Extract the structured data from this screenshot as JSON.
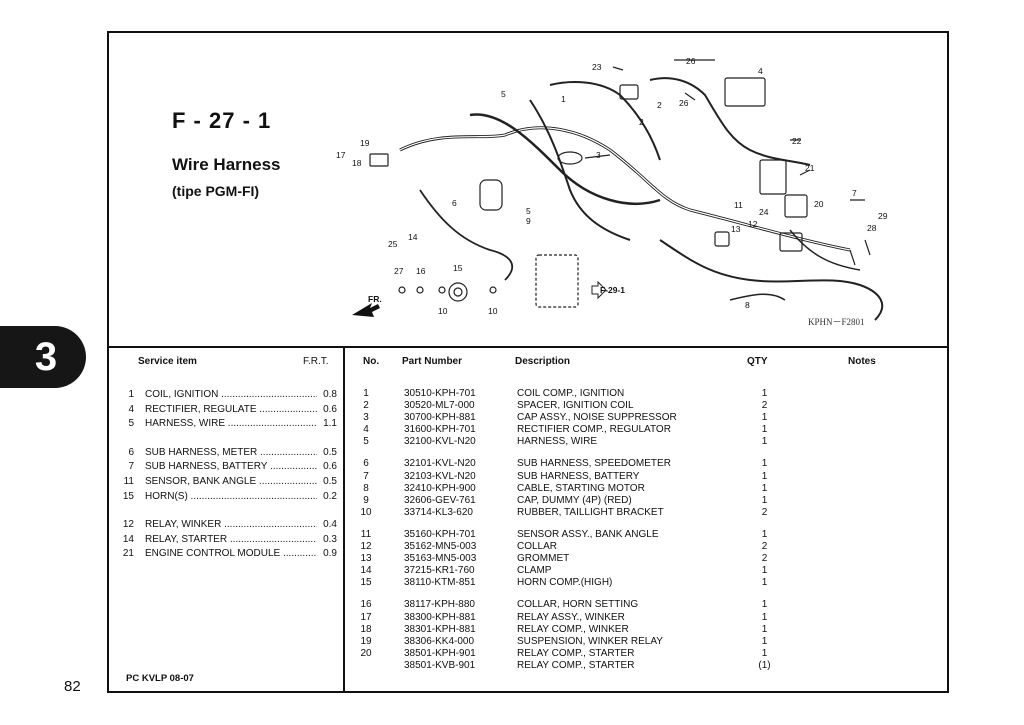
{
  "chapter_tab": "3",
  "page_number": "82",
  "figure": {
    "code": "F - 27 - 1",
    "title": "Wire Harness",
    "subtitle": "(tipe PGM-FI)",
    "drawing_code": "KPHN－F2801",
    "callouts": [
      "23",
      "26",
      "4",
      "5",
      "1",
      "2",
      "26",
      "2",
      "22",
      "17",
      "19",
      "18",
      "3",
      "21",
      "5",
      "9",
      "6",
      "14",
      "25",
      "7",
      "29",
      "11",
      "24",
      "20",
      "28",
      "13",
      "12",
      "27",
      "16",
      "15",
      "F-29-1",
      "10",
      "10",
      "8"
    ],
    "direction_label": "FR."
  },
  "service_table": {
    "header_item": "Service item",
    "header_frt": "F.R.T.",
    "rows": [
      {
        "no": "1",
        "name": "COIL, IGNITION",
        "frt": "0.8"
      },
      {
        "no": "4",
        "name": "RECTIFIER, REGULATE",
        "frt": "0.6"
      },
      {
        "no": "5",
        "name": "HARNESS, WIRE",
        "frt": "1.1"
      },
      {
        "no": "6",
        "name": "SUB HARNESS, METER",
        "frt": "0.5"
      },
      {
        "no": "7",
        "name": "SUB HARNESS, BATTERY",
        "frt": "0.6"
      },
      {
        "no": "11",
        "name": "SENSOR, BANK ANGLE",
        "frt": "0.5"
      },
      {
        "no": "15",
        "name": "HORN(S)",
        "frt": "0.2"
      },
      {
        "no": "12",
        "name": "RELAY, WINKER",
        "frt": "0.4"
      },
      {
        "no": "14",
        "name": "RELAY, STARTER",
        "frt": "0.3"
      },
      {
        "no": "21",
        "name": "ENGINE CONTROL MODULE",
        "frt": "0.9"
      }
    ]
  },
  "parts_table": {
    "header_no": "No.",
    "header_part_number": "Part Number",
    "header_description": "Description",
    "header_qty": "QTY",
    "header_notes": "Notes",
    "rows": [
      {
        "no": "1",
        "part": "30510-KPH-701",
        "desc": "COIL COMP., IGNITION",
        "qty": "1"
      },
      {
        "no": "2",
        "part": "30520-ML7-000",
        "desc": "SPACER, IGNITION COIL",
        "qty": "2"
      },
      {
        "no": "3",
        "part": "30700-KPH-881",
        "desc": "CAP ASSY., NOISE SUPPRESSOR",
        "qty": "1"
      },
      {
        "no": "4",
        "part": "31600-KPH-701",
        "desc": "RECTIFIER COMP., REGULATOR",
        "qty": "1"
      },
      {
        "no": "5",
        "part": "32100-KVL-N20",
        "desc": "HARNESS, WIRE",
        "qty": "1"
      },
      {
        "no": "6",
        "part": "32101-KVL-N20",
        "desc": "SUB HARNESS, SPEEDOMETER",
        "qty": "1"
      },
      {
        "no": "7",
        "part": "32103-KVL-N20",
        "desc": "SUB HARNESS, BATTERY",
        "qty": "1"
      },
      {
        "no": "8",
        "part": "32410-KPH-900",
        "desc": "CABLE, STARTING MOTOR",
        "qty": "1"
      },
      {
        "no": "9",
        "part": "32606-GEV-761",
        "desc": "CAP, DUMMY (4P) (RED)",
        "qty": "1"
      },
      {
        "no": "10",
        "part": "33714-KL3-620",
        "desc": "RUBBER, TAILLIGHT BRACKET",
        "qty": "2"
      },
      {
        "no": "11",
        "part": "35160-KPH-701",
        "desc": "SENSOR ASSY., BANK ANGLE",
        "qty": "1"
      },
      {
        "no": "12",
        "part": "35162-MN5-003",
        "desc": "COLLAR",
        "qty": "2"
      },
      {
        "no": "13",
        "part": "35163-MN5-003",
        "desc": "GROMMET",
        "qty": "2"
      },
      {
        "no": "14",
        "part": "37215-KR1-760",
        "desc": "CLAMP",
        "qty": "1"
      },
      {
        "no": "15",
        "part": "38110-KTM-851",
        "desc": "HORN COMP.(HIGH)",
        "qty": "1"
      },
      {
        "no": "16",
        "part": "38117-KPH-880",
        "desc": "COLLAR, HORN SETTING",
        "qty": "1"
      },
      {
        "no": "17",
        "part": "38300-KPH-881",
        "desc": "RELAY ASSY., WINKER",
        "qty": "1"
      },
      {
        "no": "18",
        "part": "38301-KPH-881",
        "desc": "RELAY COMP., WINKER",
        "qty": "1"
      },
      {
        "no": "19",
        "part": "38306-KK4-000",
        "desc": "SUSPENSION, WINKER RELAY",
        "qty": "1"
      },
      {
        "no": "20",
        "part": "38501-KPH-901",
        "desc": "RELAY COMP., STARTER",
        "qty": "1"
      },
      {
        "no": "",
        "part": "38501-KVB-901",
        "desc": "RELAY COMP., STARTER",
        "qty": "(1)"
      }
    ]
  },
  "catalog_code": "PC KVLP 08-07"
}
